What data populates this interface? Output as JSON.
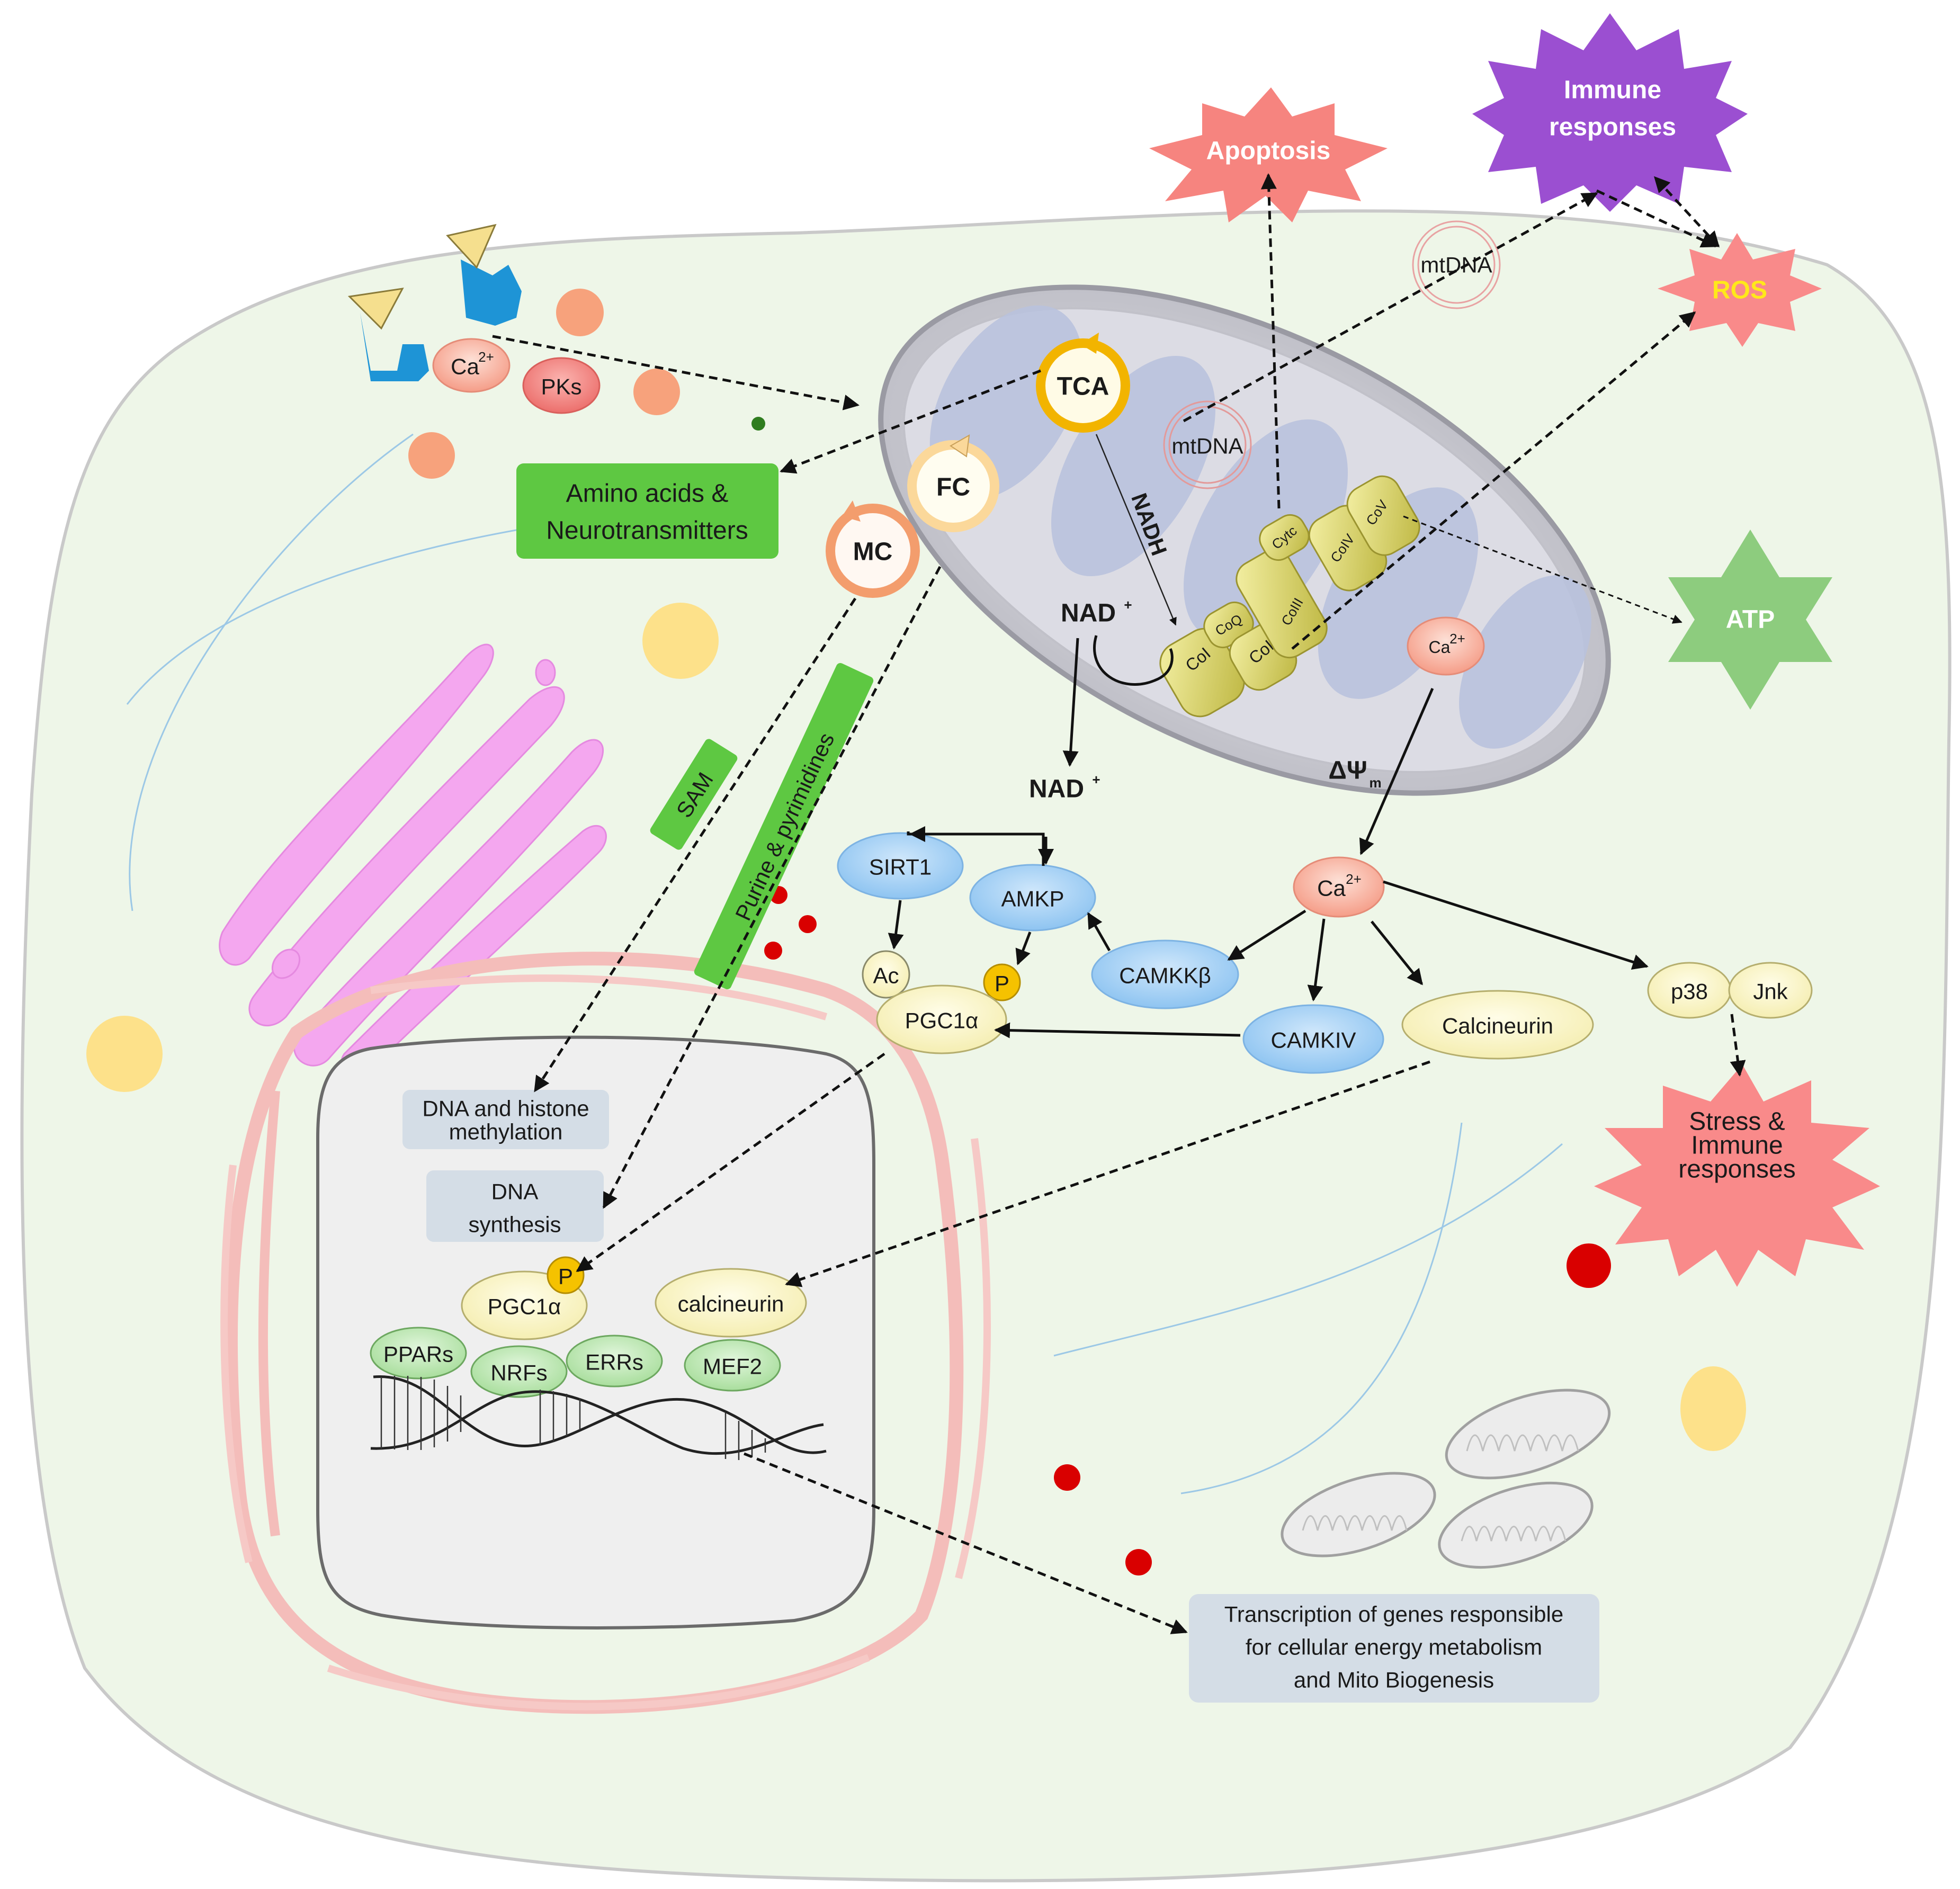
{
  "labels": {
    "apoptosis": "Apoptosis",
    "immune_line1": "Immune",
    "immune_line2": "responses",
    "ros": "ROS",
    "atp": "ATP",
    "mtdna_outer": "mtDNA",
    "mtdna_inner": "mtDNA",
    "ca_membrane": "Ca",
    "ca_mito": "Ca",
    "ca_cyto": "Ca",
    "ca_superscript": "2+",
    "pks": "PKs",
    "tca": "TCA",
    "fc": "FC",
    "mc": "MC",
    "nadh": "NADH",
    "nad_mito": "NAD",
    "nad_cyto": "NAD",
    "nad_superscript": "+",
    "delta_psi": "ΔΨ",
    "delta_psi_sub": "m",
    "complexes": {
      "coi": "CoI",
      "coq": "CoQ",
      "coii": "CoII",
      "coiii": "CoIII",
      "cytc": "Cytc",
      "coiv": "CoIV",
      "cov": "CoV"
    },
    "amino_line1": "Amino acids &",
    "amino_line2": "Neurotransmitters",
    "sam": "SAM",
    "purine": "Purine & pyrimidines",
    "sirt1": "SIRT1",
    "amkp": "AMKP",
    "ac": "Ac",
    "p": "P",
    "pgc1a": "PGC1α",
    "camkkb": "CAMKKβ",
    "camkiv": "CAMKIV",
    "calcineurin": "Calcineurin",
    "p38": "p38",
    "jnk": "Jnk",
    "stress_line1": "Stress &",
    "stress_line2": "Immune",
    "stress_line3": "responses",
    "dna_meth_line1": "DNA and histone",
    "dna_meth_line2": "methylation",
    "dna_syn_line1": "DNA",
    "dna_syn_line2": "synthesis",
    "nuc_pgc1a": "PGC1α",
    "nuc_p": "P",
    "nuc_calcineurin": "calcineurin",
    "pparS": "PPARs",
    "nrfs": "NRFs",
    "errs": "ERRs",
    "mef2": "MEF2",
    "transcription_line1": "Transcription of genes responsible",
    "transcription_line2": "for cellular energy metabolism",
    "transcription_line3": "and Mito Biogenesis"
  },
  "colors": {
    "cell_fill": "#eef6e8",
    "apoptosis": "#f4807e",
    "immune": "#9b4fd1",
    "ros": "#f98a8a",
    "atp": "#8dcc7e",
    "green_box": "#5ec842",
    "blue_node": "#a8d3f5",
    "cream_node": "#fdf7c9",
    "mint_node": "#cbeec4",
    "grey_box": "#d4dde6",
    "tca_ring": "#f2b400",
    "fc_ring": "#fbd89a",
    "mc_ring": "#f39d6d",
    "p_circle": "#f5c200",
    "red_dot": "#d90000"
  }
}
